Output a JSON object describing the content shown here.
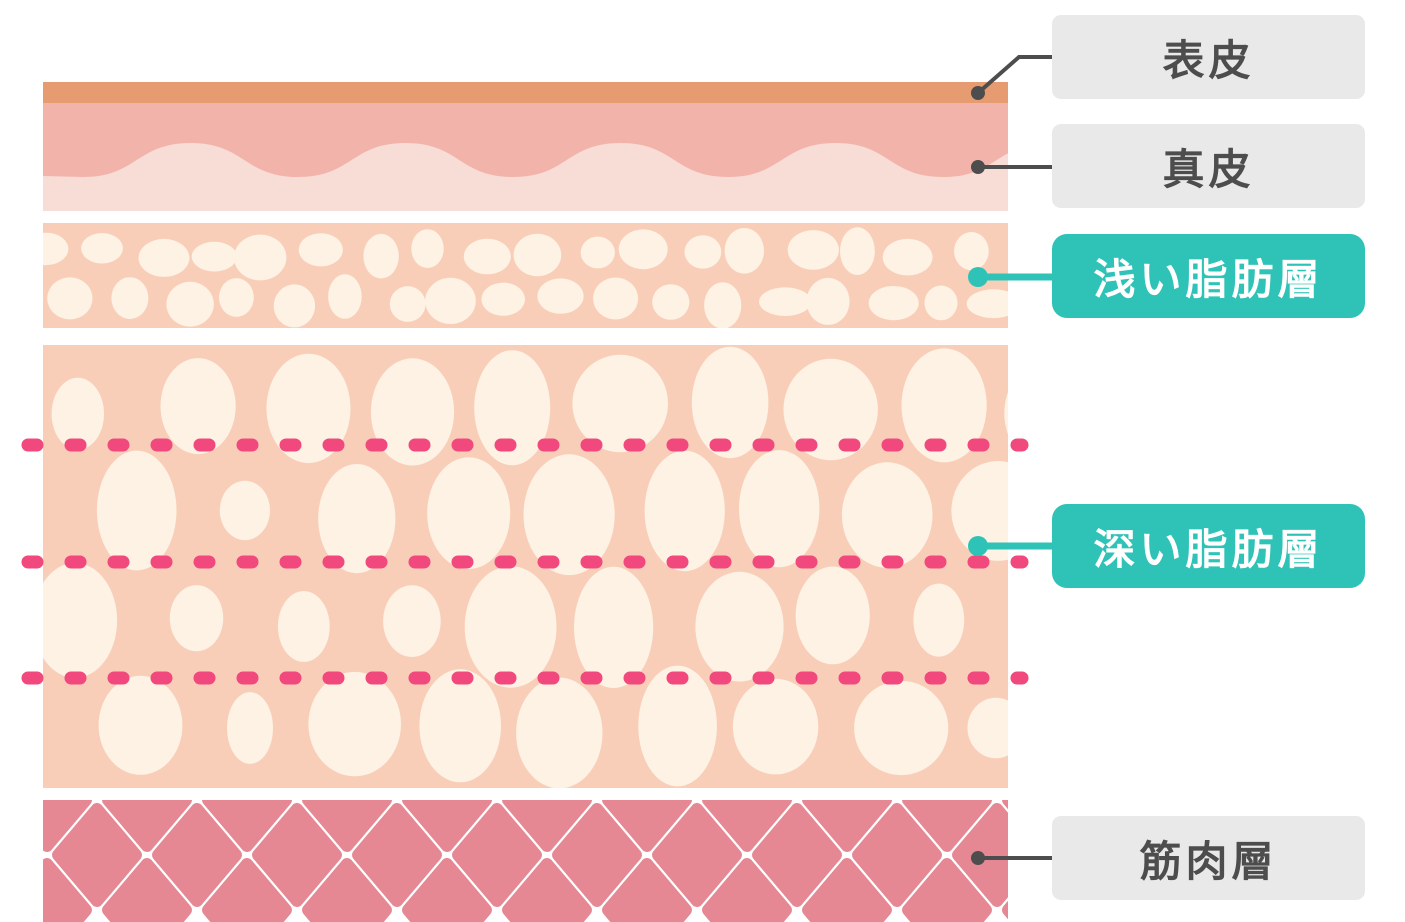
{
  "page": {
    "background": "#FFFFFF"
  },
  "labels": [
    {
      "id": "epidermis",
      "text": "表皮",
      "variant": "gray"
    },
    {
      "id": "dermis",
      "text": "真皮",
      "variant": "gray"
    },
    {
      "id": "shallow_fat",
      "text": "浅い脂肪層",
      "variant": "teal"
    },
    {
      "id": "deep_fat",
      "text": "深い脂肪層",
      "variant": "teal"
    },
    {
      "id": "muscle",
      "text": "筋肉層",
      "variant": "gray"
    }
  ],
  "colors": {
    "epidermis": "#E69B70",
    "dermis": "#F2B4AA",
    "dermis_wave": "#F8DCD6",
    "fat_background": "#F9CEB9",
    "fat_lobule": "#FDF2E3",
    "dashed_line": "#F1497D",
    "muscle": "#E58893",
    "accent_teal": "#2FC3B8",
    "label_gray_bg": "#E9E9E9",
    "label_text_dark": "#4D4D4D",
    "label_text_light": "#FFFFFF",
    "connector_dark": "#4D4D4D"
  }
}
